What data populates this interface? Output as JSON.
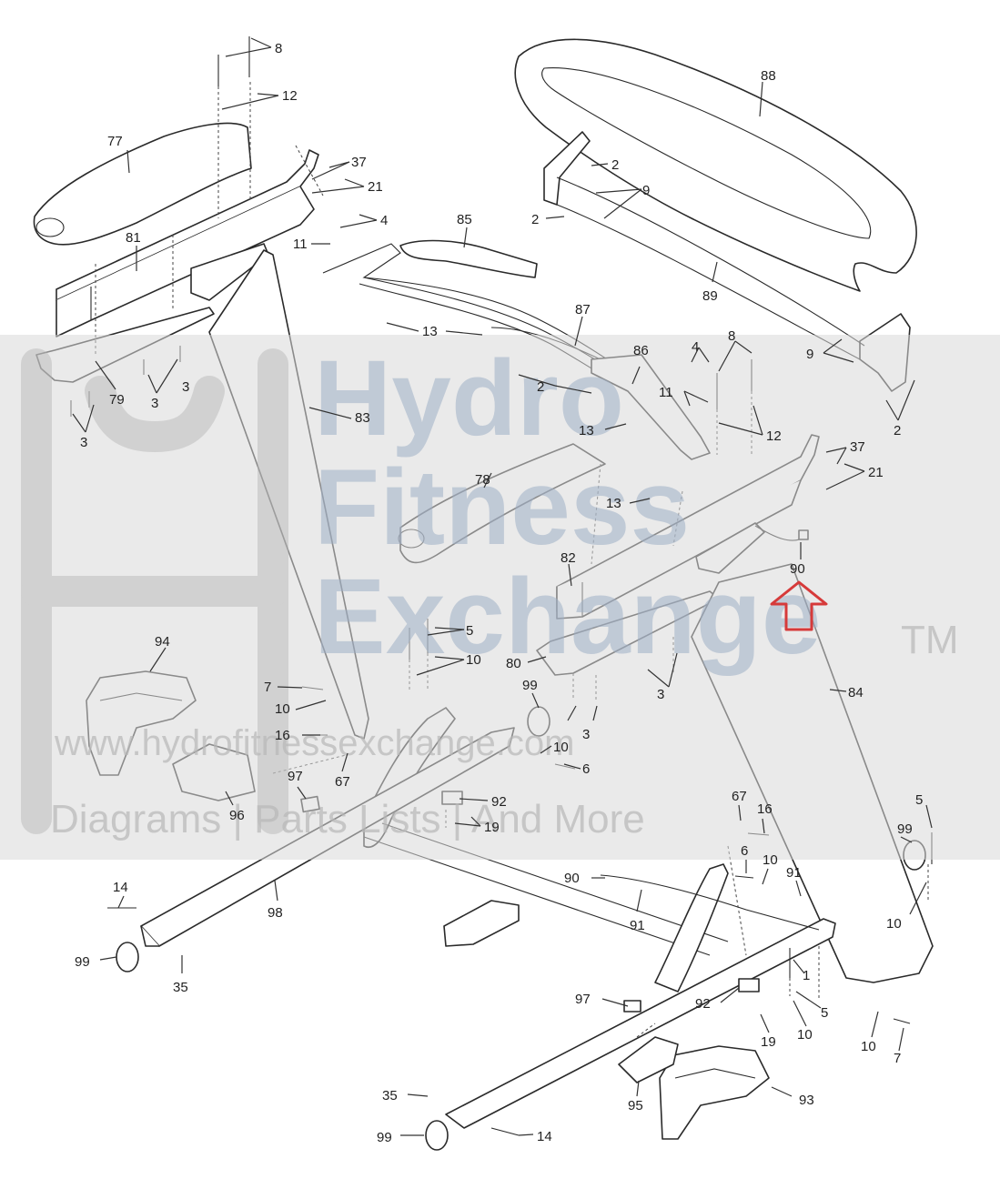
{
  "colors": {
    "line": "#2a2a2a",
    "watermark_band": "#d9d9d9",
    "watermark_text": "#9fb0c6",
    "arrow": "#d63a3a"
  },
  "watermark": {
    "line1": "Hydro",
    "line2": "Fitness",
    "line3": "Exchange",
    "tm": "TM",
    "url": "www.hydrofitnessexchange.com",
    "tagline": "Diagrams | Parts Lists | And More"
  },
  "icons": {
    "highlight": "red-up-arrow-icon",
    "logo": "hydro-fitness-logo-icon"
  },
  "labels": [
    {
      "id": "l-8a",
      "text": "8"
    },
    {
      "id": "l-12a",
      "text": "12"
    },
    {
      "id": "l-77",
      "text": "77"
    },
    {
      "id": "l-37a",
      "text": "37"
    },
    {
      "id": "l-21a",
      "text": "21"
    },
    {
      "id": "l-4a",
      "text": "4"
    },
    {
      "id": "l-11a",
      "text": "11"
    },
    {
      "id": "l-85",
      "text": "85"
    },
    {
      "id": "l-81",
      "text": "81"
    },
    {
      "id": "l-88",
      "text": "88"
    },
    {
      "id": "l-2a",
      "text": "2"
    },
    {
      "id": "l-9a",
      "text": "9"
    },
    {
      "id": "l-2b",
      "text": "2"
    },
    {
      "id": "l-89",
      "text": "89"
    },
    {
      "id": "l-13a",
      "text": "13"
    },
    {
      "id": "l-87",
      "text": "87"
    },
    {
      "id": "l-9b",
      "text": "9"
    },
    {
      "id": "l-2c",
      "text": "2"
    },
    {
      "id": "l-79",
      "text": "79"
    },
    {
      "id": "l-3a",
      "text": "3"
    },
    {
      "id": "l-3b",
      "text": "3"
    },
    {
      "id": "l-83",
      "text": "83"
    },
    {
      "id": "l-2d",
      "text": "2"
    },
    {
      "id": "l-86",
      "text": "86"
    },
    {
      "id": "l-4b",
      "text": "4"
    },
    {
      "id": "l-8b",
      "text": "8"
    },
    {
      "id": "l-11b",
      "text": "11"
    },
    {
      "id": "l-12b",
      "text": "12"
    },
    {
      "id": "l-13b",
      "text": "13"
    },
    {
      "id": "l-37b",
      "text": "37"
    },
    {
      "id": "l-21b",
      "text": "21"
    },
    {
      "id": "l-78",
      "text": "78"
    },
    {
      "id": "l-13c",
      "text": "13"
    },
    {
      "id": "l-82",
      "text": "82"
    },
    {
      "id": "l-90a",
      "text": "90"
    },
    {
      "id": "l-5a",
      "text": "5"
    },
    {
      "id": "l-10a",
      "text": "10"
    },
    {
      "id": "l-80",
      "text": "80"
    },
    {
      "id": "l-94",
      "text": "94"
    },
    {
      "id": "l-7a",
      "text": "7"
    },
    {
      "id": "l-10b",
      "text": "10"
    },
    {
      "id": "l-99a",
      "text": "99"
    },
    {
      "id": "l-3c",
      "text": "3"
    },
    {
      "id": "l-3d",
      "text": "3"
    },
    {
      "id": "l-84",
      "text": "84"
    },
    {
      "id": "l-16a",
      "text": "16"
    },
    {
      "id": "l-67a",
      "text": "67"
    },
    {
      "id": "l-10c",
      "text": "10"
    },
    {
      "id": "l-6a",
      "text": "6"
    },
    {
      "id": "l-96",
      "text": "96"
    },
    {
      "id": "l-97a",
      "text": "97"
    },
    {
      "id": "l-92a",
      "text": "92"
    },
    {
      "id": "l-19a",
      "text": "19"
    },
    {
      "id": "l-67b",
      "text": "67"
    },
    {
      "id": "l-16b",
      "text": "16"
    },
    {
      "id": "l-5b",
      "text": "5"
    },
    {
      "id": "l-99b",
      "text": "99"
    },
    {
      "id": "l-6b",
      "text": "6"
    },
    {
      "id": "l-10d",
      "text": "10"
    },
    {
      "id": "l-91a",
      "text": "91"
    },
    {
      "id": "l-90b",
      "text": "90"
    },
    {
      "id": "l-91b",
      "text": "91"
    },
    {
      "id": "l-10e",
      "text": "10"
    },
    {
      "id": "l-14a",
      "text": "14"
    },
    {
      "id": "l-98",
      "text": "98"
    },
    {
      "id": "l-99c",
      "text": "99"
    },
    {
      "id": "l-35a",
      "text": "35"
    },
    {
      "id": "l-1",
      "text": "1"
    },
    {
      "id": "l-97b",
      "text": "97"
    },
    {
      "id": "l-92b",
      "text": "92"
    },
    {
      "id": "l-5c",
      "text": "5"
    },
    {
      "id": "l-10f",
      "text": "10"
    },
    {
      "id": "l-19b",
      "text": "19"
    },
    {
      "id": "l-10g",
      "text": "10"
    },
    {
      "id": "l-7b",
      "text": "7"
    },
    {
      "id": "l-35b",
      "text": "35"
    },
    {
      "id": "l-95",
      "text": "95"
    },
    {
      "id": "l-93",
      "text": "93"
    },
    {
      "id": "l-99d",
      "text": "99"
    },
    {
      "id": "l-14b",
      "text": "14"
    },
    {
      "id": "l-3e",
      "text": "3"
    }
  ]
}
